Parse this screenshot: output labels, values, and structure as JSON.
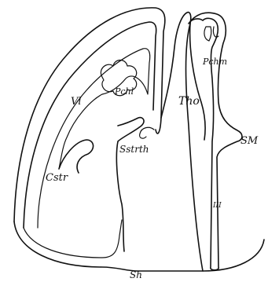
{
  "figure": {
    "labels": {
      "vl": "Vl",
      "pchl": "Pchl",
      "pchm": "Pchm",
      "tho": "Tho",
      "sstrth": "Sstrth",
      "cstr": "Cstr",
      "sm": "SM",
      "iii": "III",
      "sh": "Sh"
    },
    "ink_color": "#111111",
    "paper_color": "#ffffff"
  }
}
